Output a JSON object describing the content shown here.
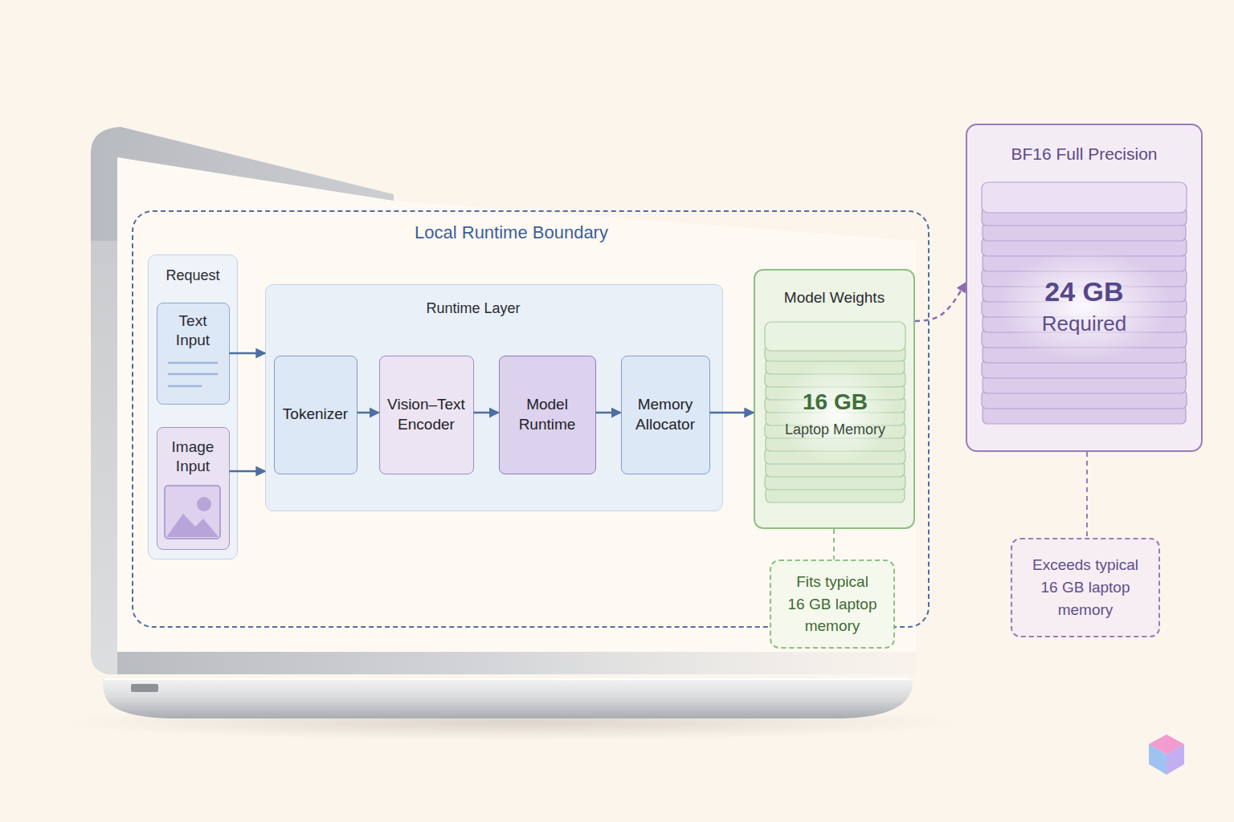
{
  "diagram": {
    "nodes": [
      {
        "text": [
          "Local Runtime Boundary"
        ]
      },
      {
        "text": [
          "Request"
        ],
        "in": 0
      },
      {
        "text": [
          "Text Input"
        ],
        "in": 1
      },
      {
        "text": [
          "Image Input"
        ],
        "in": 1
      },
      {
        "text": [
          "Runtime Layer"
        ],
        "in": 0
      },
      {
        "text": [
          "Tokenizer"
        ],
        "in": 4
      },
      {
        "text": [
          "Vision–Text Encoder"
        ],
        "in": 4
      },
      {
        "text": [
          "Model Runtime"
        ],
        "in": 4
      },
      {
        "text": [
          "Memory Allocator"
        ],
        "in": 4
      },
      {
        "text": [
          "Model Weights"
        ],
        "in": 0
      },
      {
        "text": [
          "16 GB",
          "Laptop Memory"
        ],
        "in": 9
      },
      {
        "text": [
          "Fits typical 16 GB laptop memory"
        ]
      },
      {
        "text": [
          "BF16 Full Precision"
        ]
      },
      {
        "text": [
          "24 GB",
          "Required"
        ],
        "in": 12
      },
      {
        "text": [
          "Exceeds typical 16 GB laptop memory"
        ]
      }
    ],
    "edges": [
      {
        "from": 2,
        "to": 4,
        "arrow": "to"
      },
      {
        "from": 3,
        "to": 4,
        "arrow": "to"
      },
      {
        "from": 5,
        "to": 6,
        "arrow": "to"
      },
      {
        "from": 6,
        "to": 7,
        "arrow": "to"
      },
      {
        "from": 7,
        "to": 8,
        "arrow": "to"
      },
      {
        "from": 8,
        "to": 9,
        "arrow": "to"
      },
      {
        "from": 9,
        "to": 11,
        "arrow": "none"
      },
      {
        "from": 9,
        "to": 12,
        "arrow": "to"
      },
      {
        "from": 12,
        "to": 14,
        "arrow": "none"
      }
    ]
  }
}
